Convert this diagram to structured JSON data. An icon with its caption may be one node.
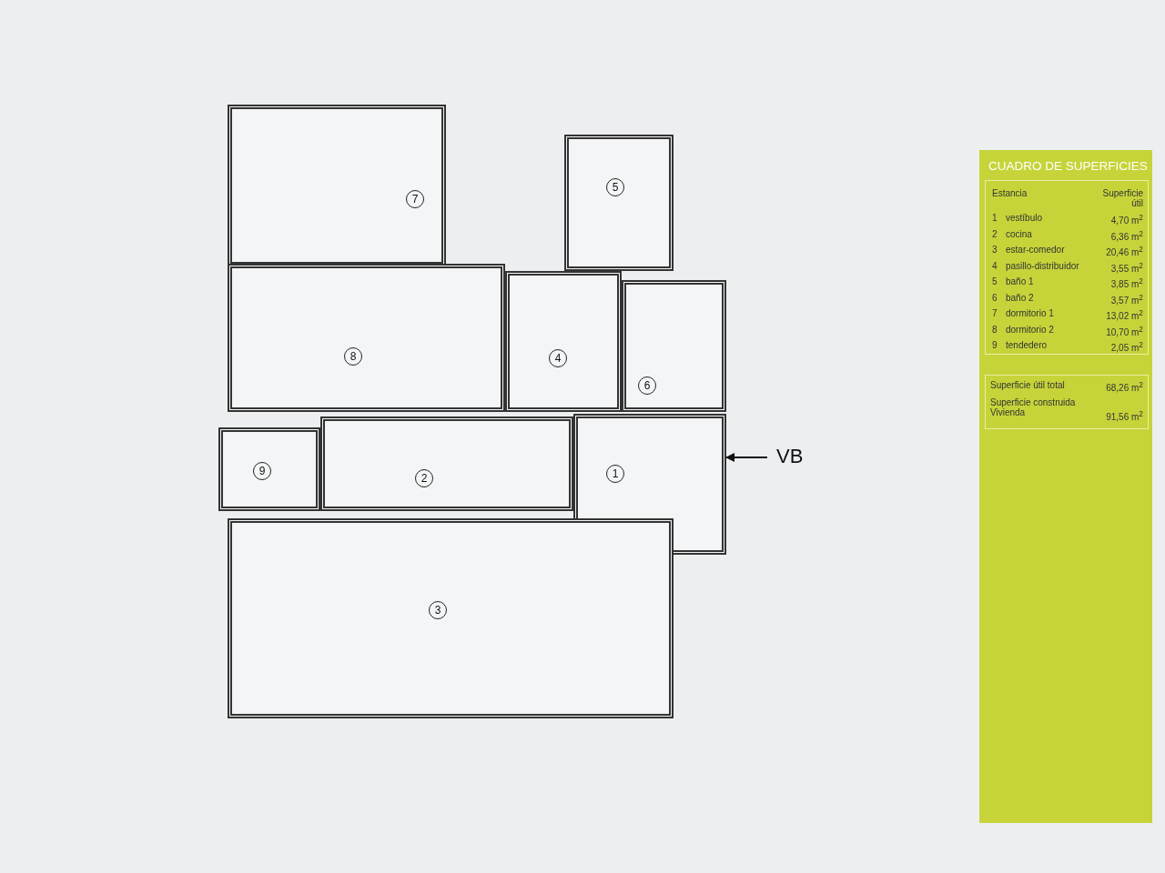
{
  "diagram": {
    "nodes": [
      {
        "text": [
          "7"
        ]
      },
      {
        "text": [
          "5"
        ]
      },
      {
        "text": [
          "8"
        ]
      },
      {
        "text": [
          "4"
        ]
      },
      {
        "text": [
          "6"
        ]
      },
      {
        "text": [
          "9"
        ]
      },
      {
        "text": [
          "2"
        ]
      },
      {
        "text": [
          "1"
        ]
      },
      {
        "text": [
          "3"
        ]
      }
    ],
    "edges": [
      {
        "from": null,
        "to": 7,
        "arrow": "to",
        "label": "VB"
      }
    ],
    "labels": [
      "CUADRO DE SUPERFICIES",
      "Estancia",
      "Superficie útil",
      "1",
      "vestíbulo",
      "4,70 m$^{2}$",
      "2",
      "cocina",
      "6,36 m$^{2}$",
      "3",
      "estar-comedor",
      "20,46 m$^{2}$",
      "4",
      "pasillo-distribuidor",
      "3,55 m$^{2}$",
      "5",
      "baño 1",
      "3,85 m$^{2}$",
      "6",
      "baño 2",
      "3,57 m$^{2}$",
      "7",
      "dormitorio 1",
      "13,02 m$^{2}$",
      "8",
      "dormitorio 2",
      "10,70 m$^{2}$",
      "9",
      "tendedero",
      "2,05 m$^{2}$",
      "Superficie útil total",
      "68,26 m$^{2}$",
      "Superficie construida Vivienda",
      "91,56 m$^{2}$"
    ]
  }
}
